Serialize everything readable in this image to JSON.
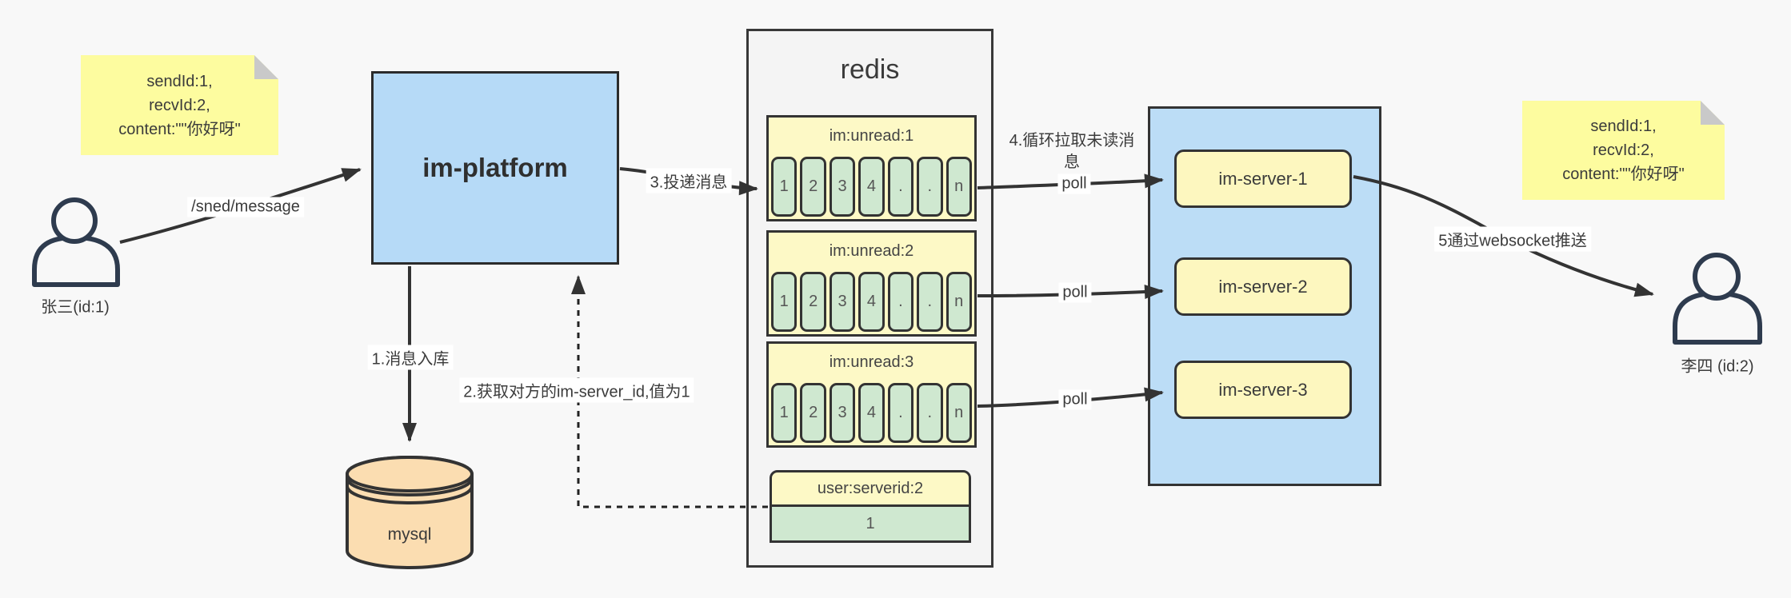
{
  "notes": {
    "left": {
      "lines": [
        "sendId:1,",
        "recvId:2,",
        "content:\"\"你好呀\""
      ]
    },
    "right": {
      "lines": [
        "sendId:1,",
        "recvId:2,",
        "content:\"\"你好呀\""
      ]
    }
  },
  "users": {
    "sender": {
      "label": "张三(id:1)"
    },
    "receiver": {
      "label": "李四 (id:2)"
    }
  },
  "platform": {
    "label": "im-platform"
  },
  "database": {
    "label": "mysql"
  },
  "redis": {
    "title": "redis",
    "queues": [
      {
        "header": "im:unread:1",
        "cells": [
          "1",
          "2",
          "3",
          "4",
          ".",
          ".",
          "n"
        ]
      },
      {
        "header": "im:unread:2",
        "cells": [
          "1",
          "2",
          "3",
          "4",
          ".",
          ".",
          "n"
        ]
      },
      {
        "header": "im:unread:3",
        "cells": [
          "1",
          "2",
          "3",
          "4",
          ".",
          ".",
          "n"
        ]
      }
    ],
    "kv": {
      "header": "user:serverid:2",
      "value": "1"
    }
  },
  "servers": [
    {
      "label": "im-server-1"
    },
    {
      "label": "im-server-2"
    },
    {
      "label": "im-server-3"
    }
  ],
  "labels": {
    "send_api": "/sned/message",
    "step1": "1.消息入库",
    "step2": "2.获取对方的im-server_id,值为1",
    "step3": "3.投递消息",
    "step4": "4.循环拉取未读消息",
    "step5": "5通过websocket推送",
    "poll": "poll"
  },
  "colors": {
    "background": "#f8f8f8",
    "sticky_yellow": "#fdfc9f",
    "queue_yellow": "#fdf9c6",
    "server_yellow": "#fdf7bf",
    "cell_green": "#cfe8d0",
    "platform_blue": "#b6daf7",
    "group_blue": "#bcddf6",
    "db_orange": "#fbddb1",
    "stroke": "#333333"
  }
}
